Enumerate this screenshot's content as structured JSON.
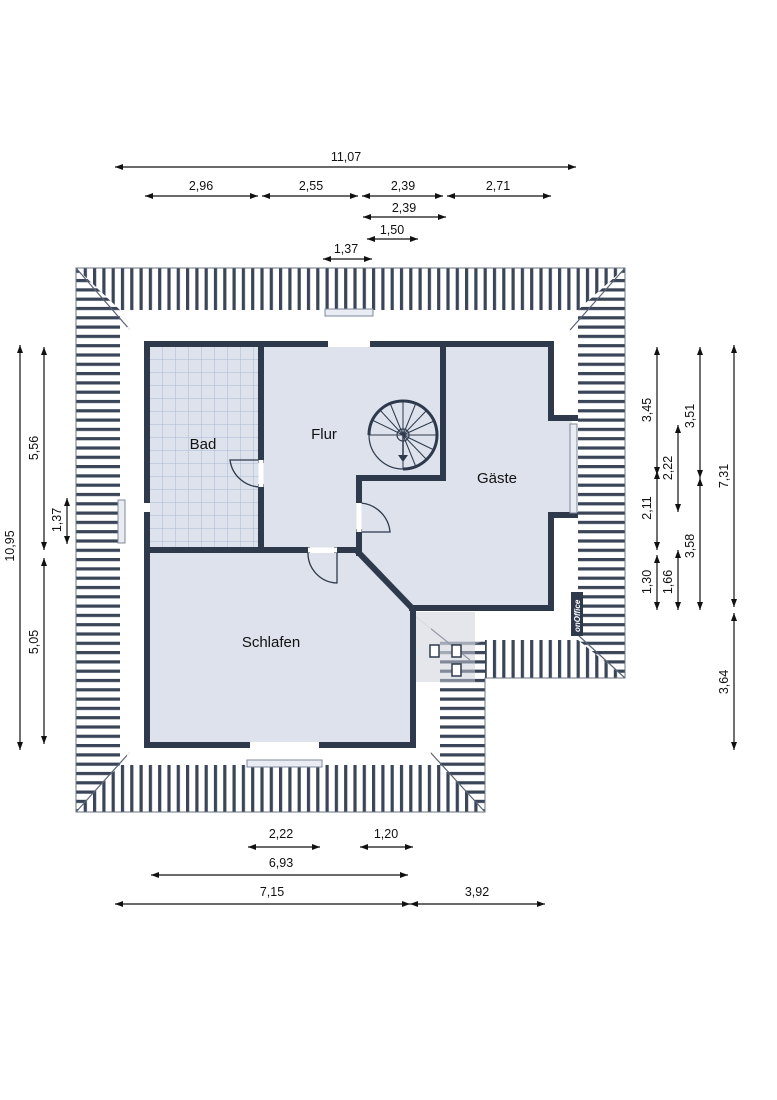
{
  "rooms": {
    "bad": "Bad",
    "flur": "Flur",
    "gaeste": "Gäste",
    "schlafen": "Schlafen"
  },
  "dimensions": {
    "top": [
      "11,07",
      "2,96",
      "2,55",
      "2,39",
      "2,71",
      "2,39",
      "1,50",
      "1,37"
    ],
    "bottom": [
      "2,22",
      "1,20",
      "6,93",
      "7,15",
      "3,92"
    ],
    "left": [
      "10,95",
      "5,56",
      "1,37",
      "5,05"
    ],
    "right": [
      "3,45",
      "2,22",
      "3,51",
      "7,31",
      "2,11",
      "3,58",
      "1,30",
      "1,66",
      "3,64"
    ]
  },
  "logo": {
    "text": "onOffice"
  },
  "colors": {
    "wall": "#2e3a4c",
    "floor": "#dde2ec",
    "tile_line": "#a9b9d3",
    "roof": "#ffffff",
    "roof_stripe": "#3a4558",
    "window": "#e9edf3"
  }
}
